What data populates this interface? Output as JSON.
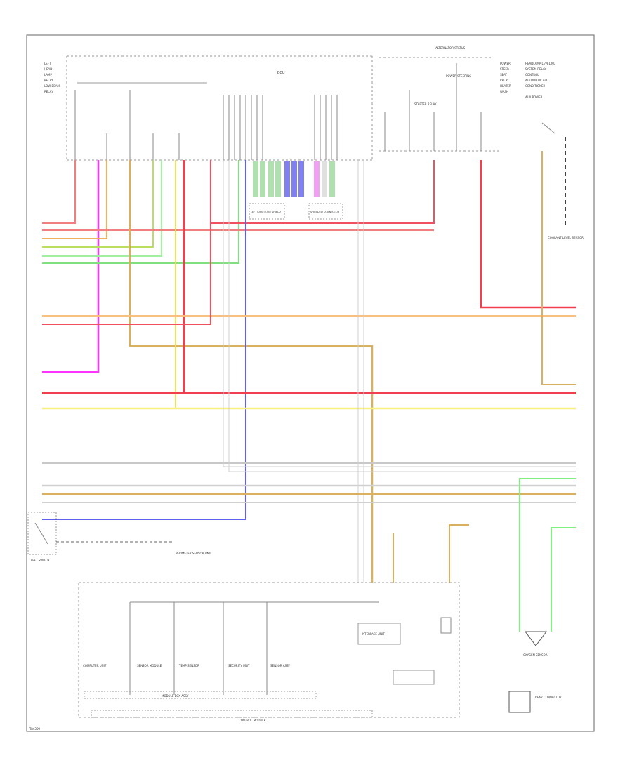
{
  "diagram": {
    "top_connector_label": "BCU",
    "left_connector_group_label": "LEFT JUNCTION / SHIELD",
    "center_connector_group_label": "SHIELDED CONNECTOR",
    "module_box_label": "MODULE BOX ASSY",
    "module_units": [
      "COMPUTER UNIT",
      "SENSOR MODULE",
      "TEMP SENSOR",
      "SECURITY UNIT",
      "SENSOR ASSY"
    ],
    "sub_box_label": "INTERFACE UNIT",
    "bottom_label": "CONTROL MODULE",
    "right_top_labels": [
      "ALTERNATOR STATUS",
      "POWER STEERING",
      "STARTER RELAY"
    ],
    "right_switch_label": "COOLANT LEVEL SENSOR",
    "right_lower_label": "OXYGEN SENSOR",
    "left_lower_switch_label": "LEFT SWITCH",
    "left_lower_text": "PERIMETER SENSOR UNIT",
    "bottom_right_connector_label": "REAR CONNECTOR",
    "corner_code": "TA4500"
  }
}
